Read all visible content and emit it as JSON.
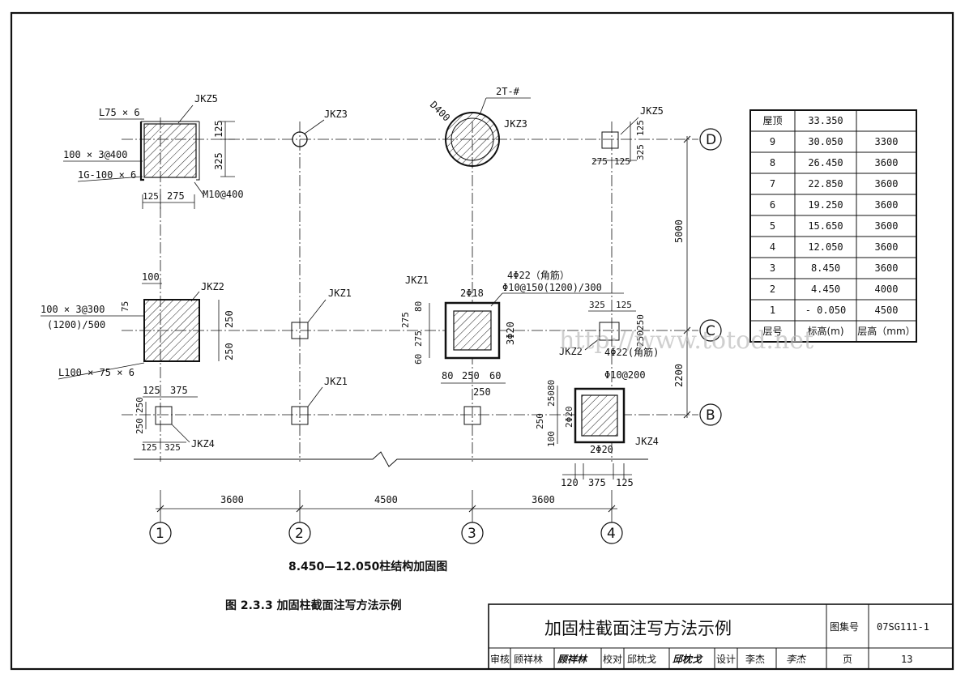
{
  "title_block": {
    "main_title": "加固柱截面注写方法示例",
    "atlas_label": "图集号",
    "atlas_no": "07SG111-1",
    "review_label": "审核",
    "reviewer": "顾祥林",
    "review_sign": "顾祥林",
    "check_label": "校对",
    "checker": "邱枕戈",
    "check_sign": "邱枕戈",
    "design_label": "设计",
    "designer": "李杰",
    "design_sign": "李杰",
    "page_label": "页",
    "page_no": "13"
  },
  "captions": {
    "plan_title": "8.450—12.050柱结构加固图",
    "figure_caption": "图 2.3.3   加固柱截面注写方法示例"
  },
  "watermark": "http://www.totod.net",
  "axes": {
    "cols": [
      "1",
      "2",
      "3",
      "4"
    ],
    "rows": [
      "D",
      "C",
      "B"
    ],
    "col_spans": [
      "3600",
      "4500",
      "3600"
    ],
    "row_spans": [
      "5000",
      "2200"
    ]
  },
  "columns": {
    "jkz5_left": {
      "name": "JKZ5",
      "angle": "L75 × 6",
      "plate": "100 × 3@400",
      "gplate": "1G-100 × 6",
      "bolt": "M10@400",
      "dims_v": [
        "125",
        "325"
      ],
      "dims_h": [
        "125",
        "275"
      ]
    },
    "jkz3_grid": {
      "name": "JKZ3"
    },
    "jkz3_detail": {
      "name": "JKZ3",
      "dia": "D400",
      "steel": "2T-#"
    },
    "jkz5_right": {
      "name": "JKZ5",
      "dims_h": [
        "275",
        "125"
      ],
      "dims_v": [
        "325",
        "125"
      ]
    },
    "jkz2_left": {
      "name": "JKZ2",
      "top": "100",
      "plate": "100 × 3@300",
      "plate2": "(1200)/500",
      "angle": "L100 × 75 × 6",
      "dims_v": [
        "75",
        "250",
        "250"
      ],
      "dims_h": [
        "125",
        "375"
      ]
    },
    "jkz1_grid_a": {
      "name": "JKZ1"
    },
    "jkz1_grid_b": {
      "name": "JKZ1"
    },
    "jkz1_detail": {
      "name": "JKZ1",
      "corner": "4Φ22（角筋）",
      "stirrup": "Φ10@150(1200)/300",
      "top_bars": "2Φ18",
      "side_bars": "3Φ20",
      "dims_v": [
        "80",
        "275",
        "275",
        "60"
      ],
      "dims_h": [
        "80",
        "250",
        "60"
      ],
      "bottom": "250"
    },
    "jkz2_right": {
      "name": "JKZ2",
      "dims_h": [
        "325",
        "125"
      ],
      "dims_v": [
        "250",
        "250"
      ]
    },
    "jkz4_left": {
      "name": "JKZ4",
      "dims_v": [
        "250",
        "250"
      ],
      "dims_h": [
        "125",
        "325"
      ]
    },
    "jkz4_detail": {
      "name": "JKZ4",
      "corner": "4Φ22(角筋)",
      "stirrup": "Φ10@200",
      "side_bars": "2Φ20",
      "bottom_bars": "2Φ20",
      "dims_v": [
        "80",
        "250",
        "250",
        "100"
      ],
      "dims_h": [
        "120",
        "375",
        "125"
      ]
    }
  },
  "level_table": {
    "headers": [
      "层号",
      "标高(m)",
      "层高（mm）"
    ],
    "rows": [
      [
        "屋顶",
        "33.350",
        ""
      ],
      [
        "9",
        "30.050",
        "3300"
      ],
      [
        "8",
        "26.450",
        "3600"
      ],
      [
        "7",
        "22.850",
        "3600"
      ],
      [
        "6",
        "19.250",
        "3600"
      ],
      [
        "5",
        "15.650",
        "3600"
      ],
      [
        "4",
        "12.050",
        "3600"
      ],
      [
        "3",
        "8.450",
        "3600"
      ],
      [
        "2",
        "4.450",
        "4000"
      ],
      [
        "1",
        "- 0.050",
        "4500"
      ]
    ]
  }
}
